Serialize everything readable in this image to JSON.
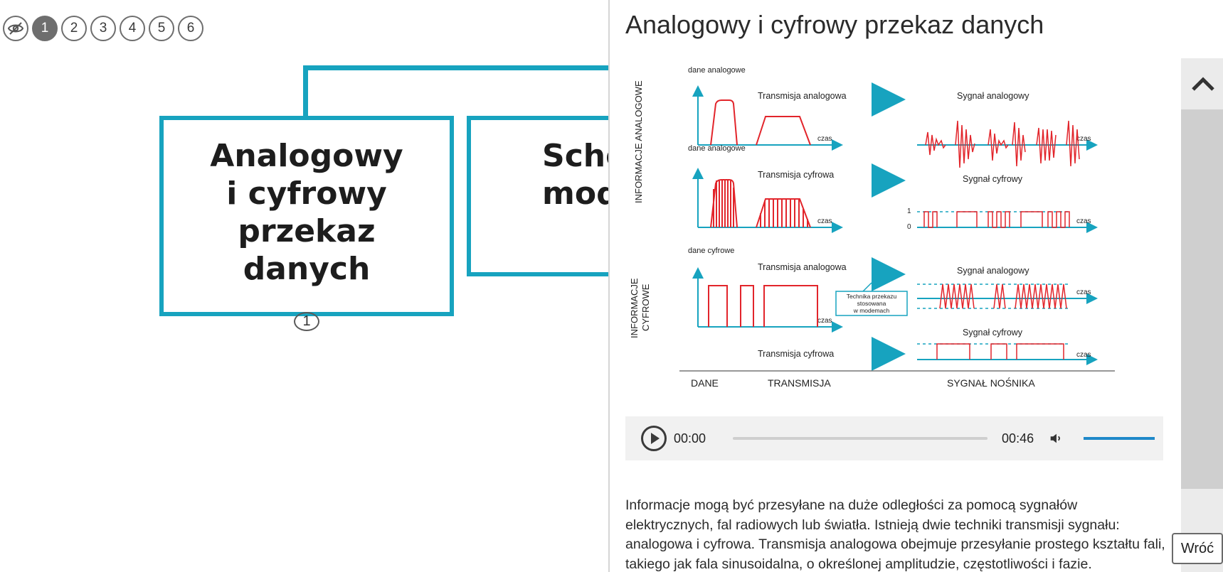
{
  "nav": {
    "items": [
      "1",
      "2",
      "3",
      "4",
      "5",
      "6"
    ],
    "active_index": 0
  },
  "canvas": {
    "box1_title": "Analogowy\ni cyfrowy przekaz\ndanych",
    "box1_number": "1",
    "box2_title": "Sche\nmod"
  },
  "panel": {
    "title": "Analogowy i cyfrowy przekaz danych",
    "figure": {
      "side_label_analog": "INFORMACJE ANALOGOWE",
      "side_label_digital_1": "INFORMACJE",
      "side_label_digital_2": "CYFROWE",
      "row1_data": "dane analogowe",
      "row1_transmission": "Transmisja analogowa",
      "row1_signal": "Sygnał analogowy",
      "row2_data": "dane analogowe",
      "row2_transmission": "Transmisja cyfrowa",
      "row2_signal": "Sygnał cyfrowy",
      "row3_data": "dane cyfrowe",
      "row3_transmission": "Transmisja analogowa",
      "row3_signal": "Sygnał analogowy",
      "row4_transmission": "Transmisja cyfrowa",
      "row4_signal": "Sygnał cyfrowy",
      "czas": "czas",
      "level_1": "1",
      "level_0": "0",
      "modem_note_1": "Technika przekazu",
      "modem_note_2": "stosowana",
      "modem_note_3": "w modemach",
      "footer_data": "DANE",
      "footer_transmission": "TRANSMISJA",
      "footer_signal": "SYGNAŁ NOŚNIKA"
    },
    "audio": {
      "current_time": "00:00",
      "duration": "00:46",
      "progress": 0,
      "volume": 1.0
    },
    "text": "Informacje mogą być przesyłane na duże odległości za pomocą sygnałów elektrycznych, fal radiowych lub światła. Istnieją dwie techniki transmisji sygnału: analogowa i cyfrowa. Transmisja analogowa obejmuje przesyłanie prostego kształtu fali, takiego jak fala sinusoidalna, o określonej amplitudzie, częstotliwości i fazie.",
    "back_label": "Wróć"
  },
  "colors": {
    "accent": "#17a3bf",
    "signal": "#e2252b",
    "nav_active": "#6e6e6e"
  }
}
